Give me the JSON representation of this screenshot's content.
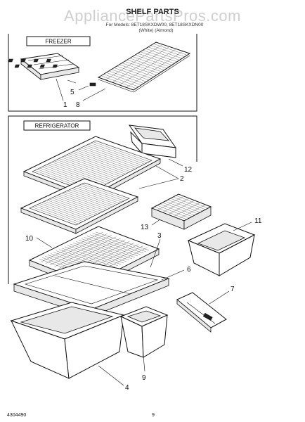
{
  "watermark": "AppliancePartsPros.com",
  "header": {
    "title": "SHELF PARTS",
    "model_line": "For Models: 8ET18SKXDW00, 8ET18SKXDN00",
    "color_line": "(White)  (Almond)"
  },
  "sections": {
    "freezer": "FREEZER",
    "refrigerator": "REFRIGERATOR"
  },
  "callouts": {
    "c5": "5",
    "c1": "1",
    "c8": "8",
    "c2": "2",
    "c12": "12",
    "c13": "13",
    "c3": "3",
    "c10": "10",
    "c11": "11",
    "c6": "6",
    "c7": "7",
    "c9": "9",
    "c4": "4"
  },
  "footer": {
    "doc_number": "4304490",
    "page_number": "9"
  }
}
